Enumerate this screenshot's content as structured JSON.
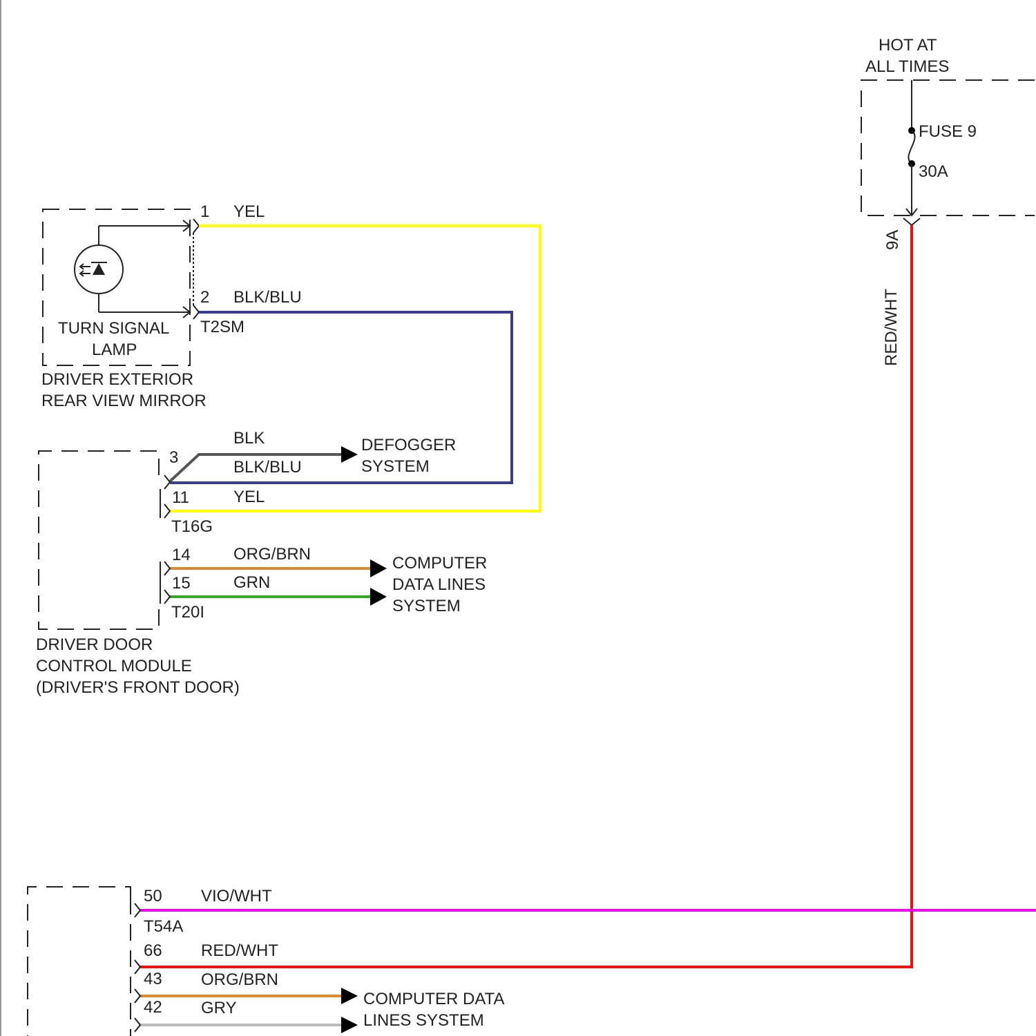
{
  "power": {
    "hot_line1": "HOT AT",
    "hot_line2": "ALL TIMES",
    "fuse_label": "FUSE 9",
    "fuse_rating": "30A",
    "pin": "9A",
    "wire": "RED/WHT"
  },
  "mirror": {
    "lamp_line1": "TURN SIGNAL",
    "lamp_line2": "LAMP",
    "name_line1": "DRIVER EXTERIOR",
    "name_line2": "REAR VIEW MIRROR",
    "connector": "T2SM",
    "pin1": "1",
    "pin1_wire": "YEL",
    "pin2": "2",
    "pin2_wire": "BLK/BLU"
  },
  "door_module": {
    "name_line1": "DRIVER DOOR",
    "name_line2": "CONTROL MODULE",
    "name_line3": "(DRIVER'S FRONT DOOR)",
    "pin3": "3",
    "wire_blk": "BLK",
    "wire_blkblu": "BLK/BLU",
    "pin11": "11",
    "pin11_wire": "YEL",
    "connector_t16g": "T16G",
    "pin14": "14",
    "pin14_wire": "ORG/BRN",
    "pin15": "15",
    "pin15_wire": "GRN",
    "connector_t20i": "T20I",
    "defogger_line1": "DEFOGGER",
    "defogger_line2": "SYSTEM",
    "data_line1": "COMPUTER",
    "data_line2": "DATA LINES",
    "data_line3": "SYSTEM"
  },
  "lower_module": {
    "pin50": "50",
    "pin50_wire": "VIO/WHT",
    "connector_t54a": "T54A",
    "pin66": "66",
    "pin66_wire": "RED/WHT",
    "pin43": "43",
    "pin43_wire": "ORG/BRN",
    "pin42": "42",
    "pin42_wire": "GRY",
    "data_line1": "COMPUTER DATA",
    "data_line2": "LINES SYSTEM"
  },
  "colors": {
    "yel": "#ffff00",
    "blk_blu": "#3b3b8f",
    "blk": "#555555",
    "org_brn": "#d88a2c",
    "grn": "#33aa22",
    "vio_wht": "#ee00ee",
    "red_wht": "#ee1111",
    "gry": "#bbbbbb"
  }
}
